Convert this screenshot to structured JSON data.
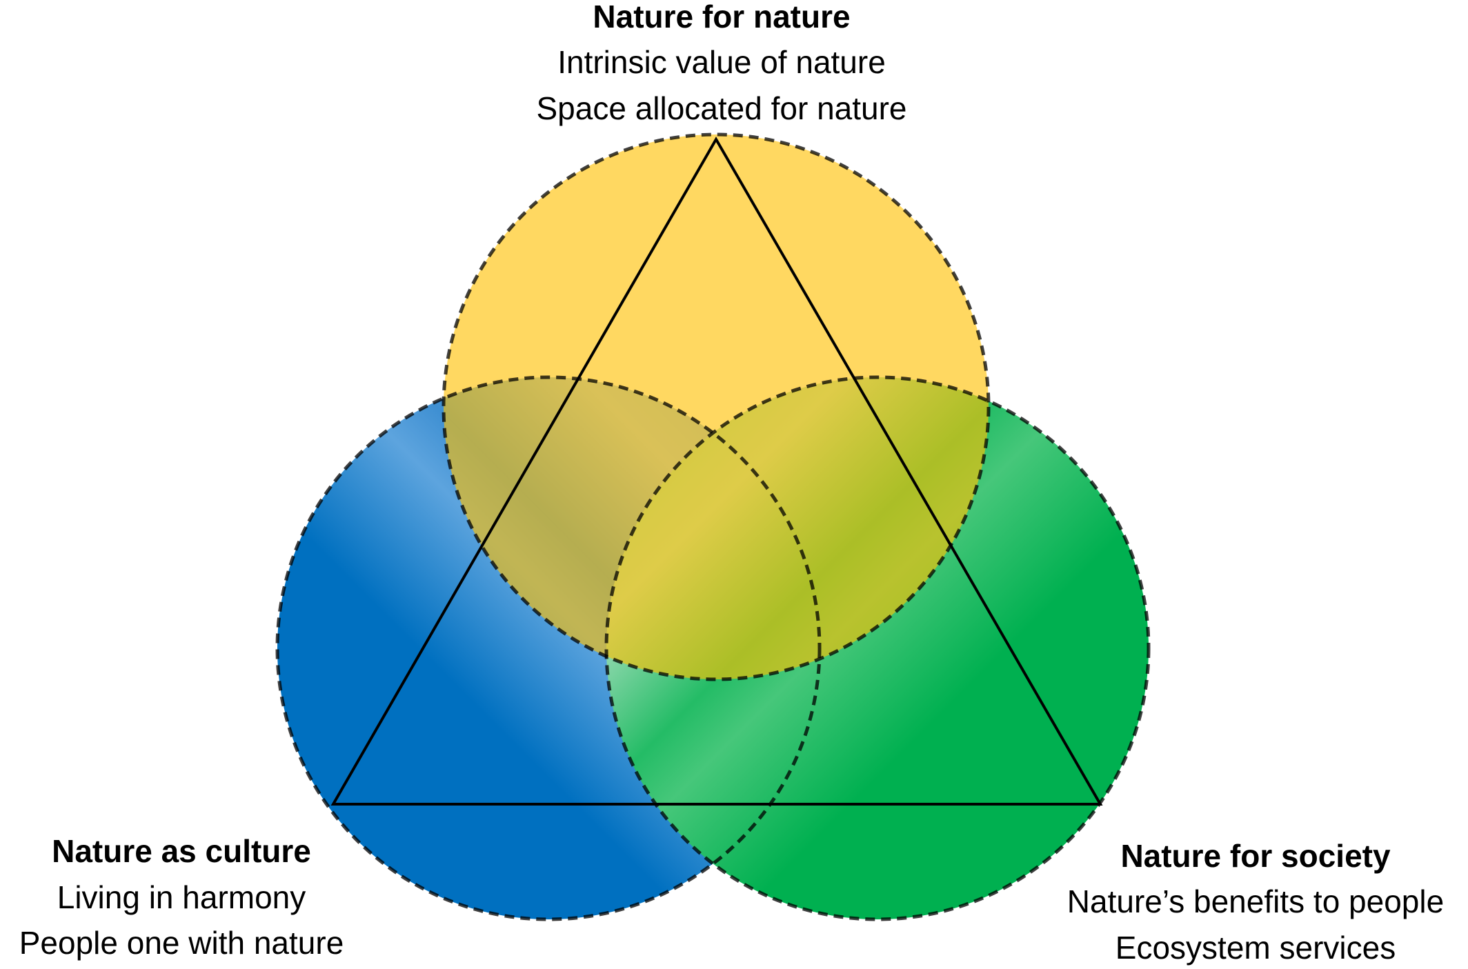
{
  "colors": {
    "nature_for_nature": "#FFC000",
    "nature_as_culture_dark": "#0070C0",
    "nature_as_culture_light": "#9DC3E6",
    "nature_for_society_dark": "#00B050",
    "nature_for_society_light": "#A9DFBF",
    "outline": "#000000"
  },
  "top": {
    "title": "Nature for nature",
    "line1": "Intrinsic value of nature",
    "line2": "Space allocated for nature"
  },
  "left": {
    "title": "Nature as culture",
    "line1": "Living in harmony",
    "line2": "People one with nature"
  },
  "right": {
    "title": "Nature for society",
    "line1": "Nature’s benefits to people",
    "line2": "Ecosystem services"
  }
}
